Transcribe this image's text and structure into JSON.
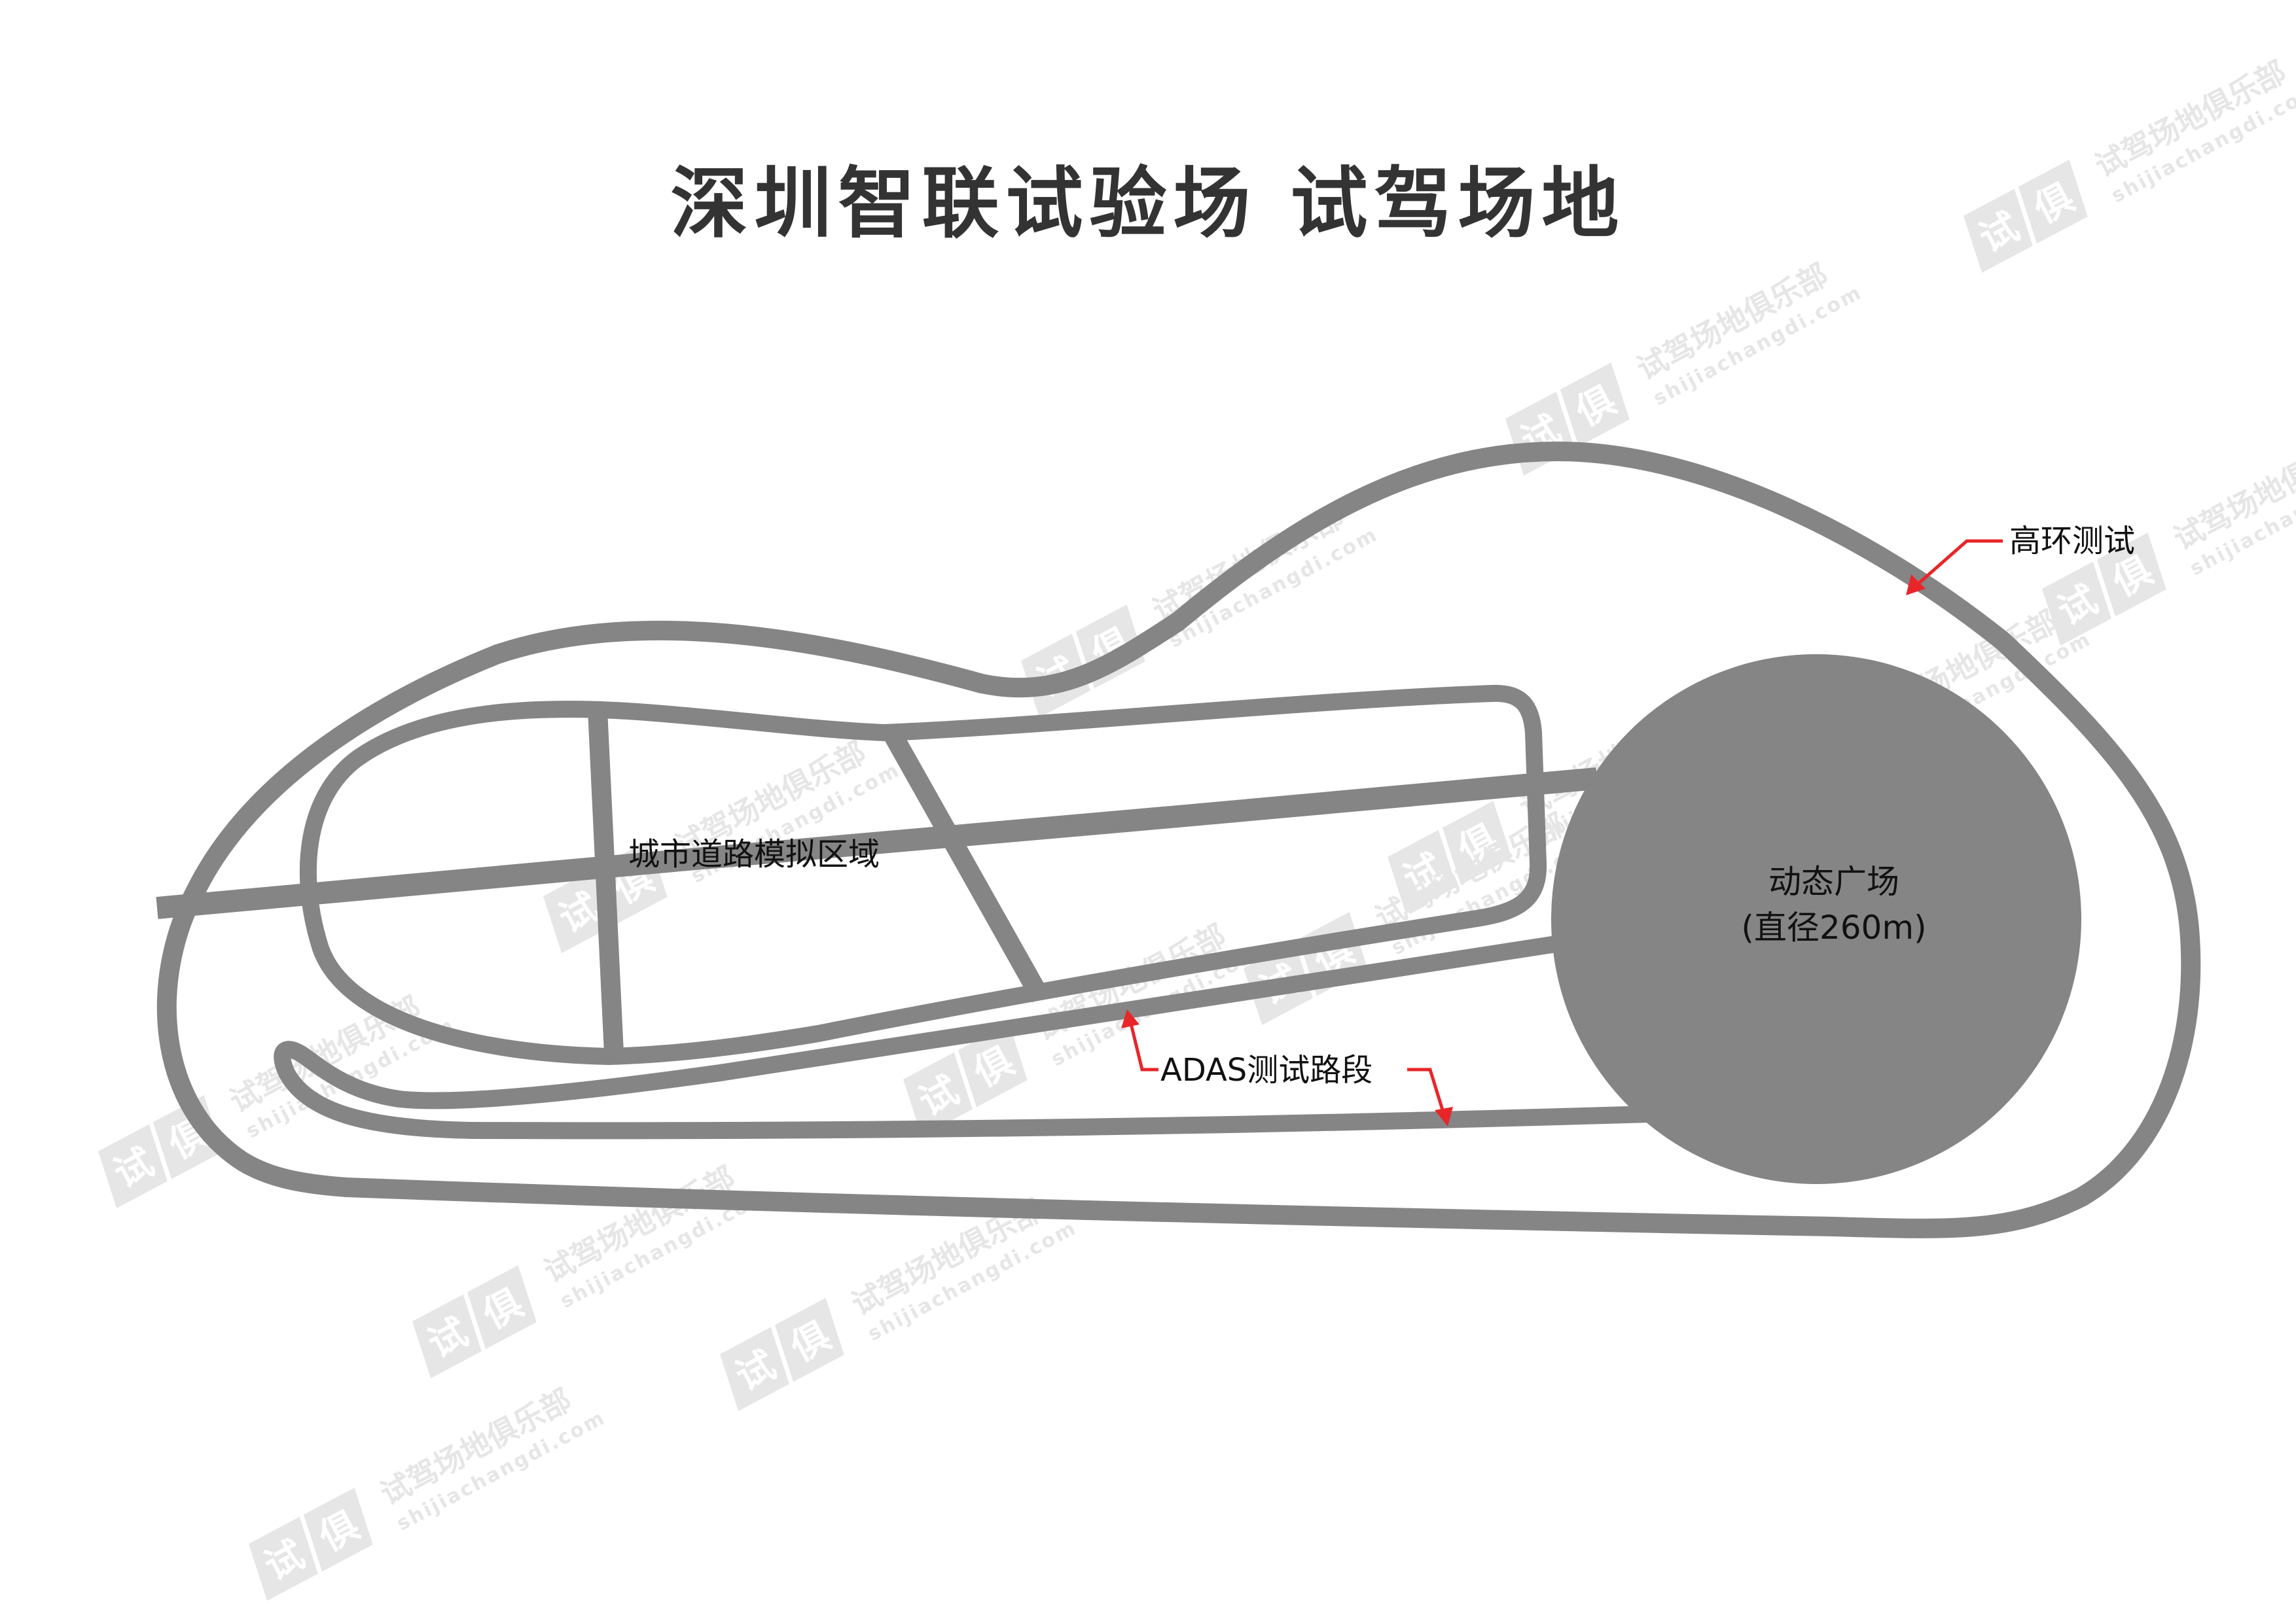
{
  "title": "深圳智联试验场 试驾场地",
  "labels": {
    "city_area": "城市道路模拟区域",
    "high_loop": "高环测试",
    "dynamic_plaza_name": "动态广场",
    "dynamic_plaza_size": "(直径260m)",
    "adas": "ADAS测试路段"
  },
  "watermark": {
    "brand": "试驾场地俱乐部",
    "url": "shijiachangdi.com",
    "logo_chars": [
      "试",
      "俱"
    ]
  },
  "colors": {
    "road": "#858585",
    "plaza": "#858585",
    "arrow": "#e8262a",
    "title": "#333333",
    "watermark": "#e6e6e6"
  }
}
